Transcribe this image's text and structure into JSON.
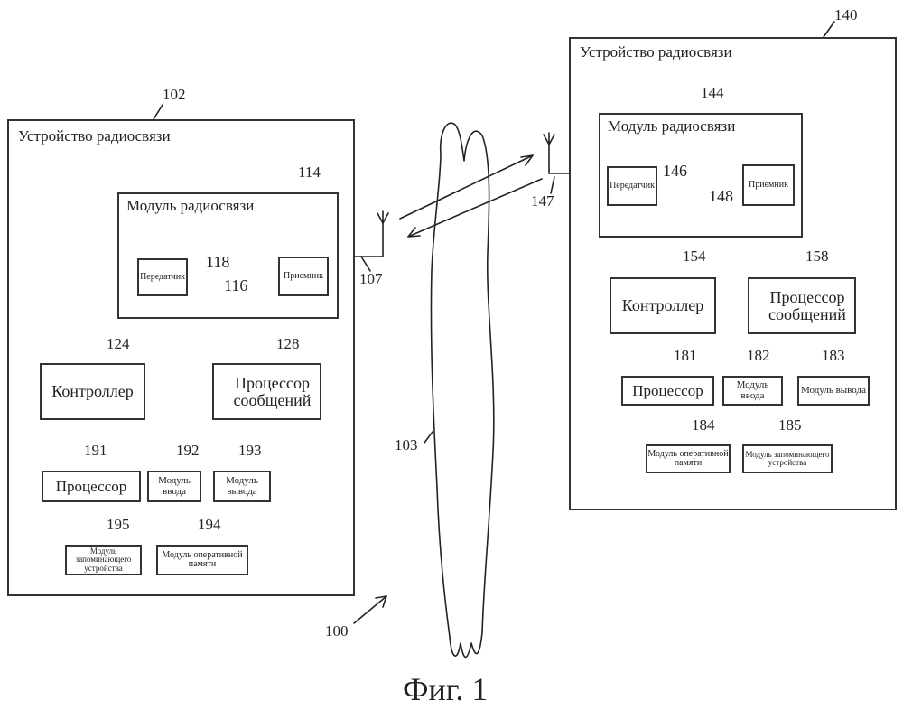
{
  "device_left": {
    "ref": "102",
    "title": "Устройство радиосвязи",
    "radio_module": {
      "ref": "114",
      "title": "Модуль радиосвязи"
    },
    "transmitter": {
      "ref": "118",
      "label": "Передатчик"
    },
    "receiver": {
      "ref": "116",
      "label": "Приемник"
    },
    "antenna_ref": "107",
    "controller": {
      "ref": "124",
      "label": "Контроллер"
    },
    "msg_processor": {
      "ref": "128",
      "label": "Процессор сообщений"
    },
    "processor": {
      "ref": "191",
      "label": "Процессор"
    },
    "input_module": {
      "ref": "192",
      "label": "Модуль ввода"
    },
    "output_module": {
      "ref": "193",
      "label": "Модуль вывода"
    },
    "storage_module": {
      "ref": "195",
      "label": "Модуль запоминающего устройства"
    },
    "ram_module": {
      "ref": "194",
      "label": "Модуль оперативной памяти"
    }
  },
  "device_right": {
    "ref": "140",
    "title": "Устройство радиосвязи",
    "radio_module": {
      "ref": "144",
      "title": "Модуль радиосвязи"
    },
    "transmitter": {
      "ref": "146",
      "label": "Передатчик"
    },
    "receiver": {
      "ref": "148",
      "label": "Приемник"
    },
    "antenna_ref": "147",
    "controller": {
      "ref": "154",
      "label": "Контроллер"
    },
    "msg_processor": {
      "ref": "158",
      "label": "Процессор сообщений"
    },
    "processor": {
      "ref": "181",
      "label": "Процессор"
    },
    "input_module": {
      "ref": "182",
      "label": "Модуль ввода"
    },
    "output_module": {
      "ref": "183",
      "label": "Модуль вывода"
    },
    "ram_module": {
      "ref": "184",
      "label": "Модуль оперативной памяти"
    },
    "storage_module": {
      "ref": "185",
      "label": "Модуль запоминающего устройства"
    }
  },
  "network_ref": "103",
  "system_ref": "100",
  "caption": "Фиг. 1"
}
